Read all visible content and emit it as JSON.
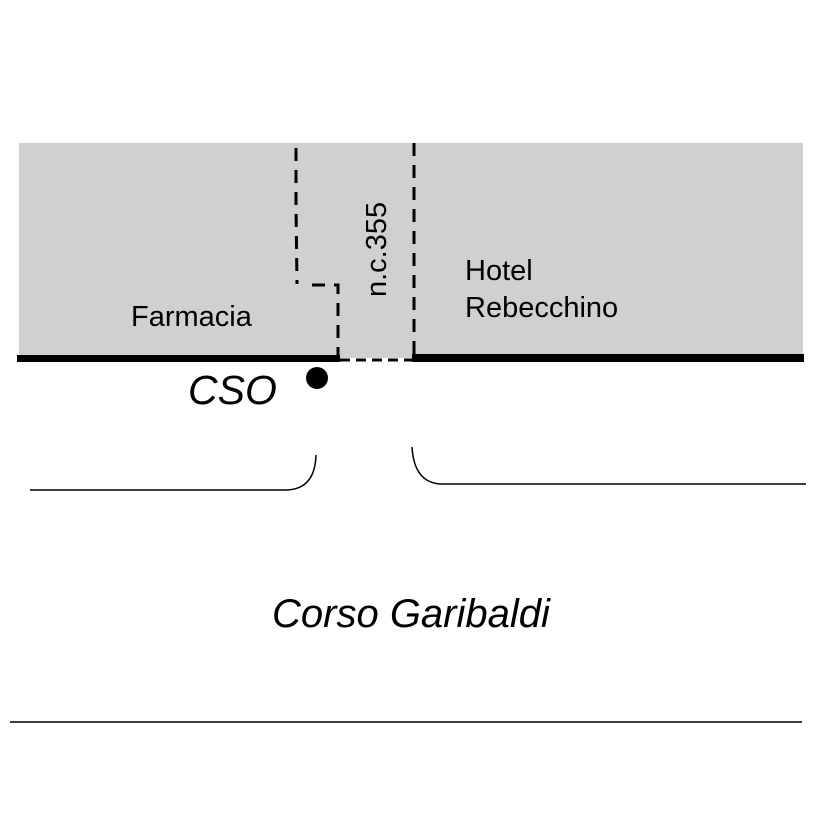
{
  "map": {
    "labels": {
      "farmacia": "Farmacia",
      "hotel_line1": "Hotel",
      "hotel_line2": "Rebecchino",
      "civic_number": "n.c.355",
      "marker": "CSO",
      "street": "Corso Garibaldi"
    },
    "colors": {
      "building_fill": "#d0d0d0",
      "lines": "#000000",
      "background": "#ffffff"
    }
  }
}
